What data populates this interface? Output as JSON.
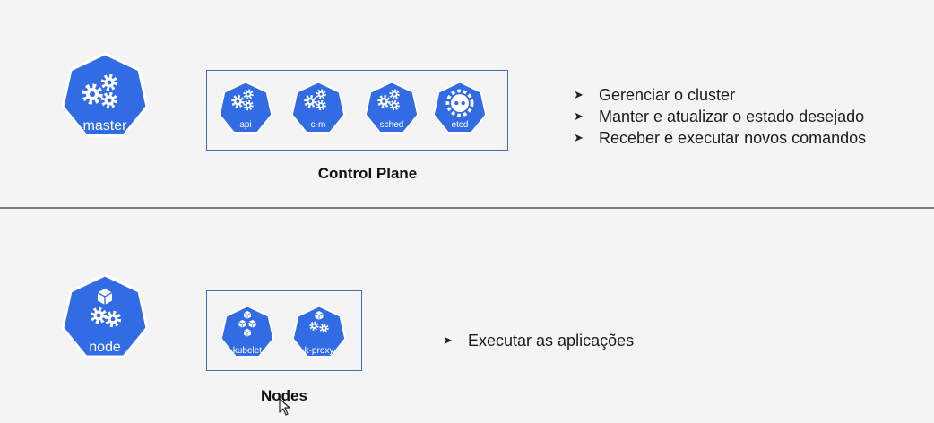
{
  "colors": {
    "k8s_blue": "#326ce5",
    "box_border": "#4a6fb0",
    "divider": "#7f7f7f",
    "background": "#f4f4f4"
  },
  "control_plane": {
    "role_badge": {
      "label": "master",
      "icon": "gears-icon"
    },
    "components": [
      {
        "label": "api",
        "icon": "gears-icon"
      },
      {
        "label": "c-m",
        "icon": "gears-icon"
      },
      {
        "label": "sched",
        "icon": "gears-icon"
      },
      {
        "label": "etcd",
        "icon": "etcd-icon"
      }
    ],
    "caption": "Control Plane",
    "bullets": [
      "Gerenciar o cluster",
      "Manter e atualizar o estado desejado",
      "Receber e executar novos comandos"
    ]
  },
  "nodes": {
    "role_badge": {
      "label": "node",
      "icon": "cube-gears-icon"
    },
    "components": [
      {
        "label": "kubelet",
        "icon": "cubes-icon"
      },
      {
        "label": "k-proxy",
        "icon": "cube-gears-icon"
      }
    ],
    "caption": "Nodes",
    "bullets": [
      "Executar as aplicações"
    ]
  }
}
